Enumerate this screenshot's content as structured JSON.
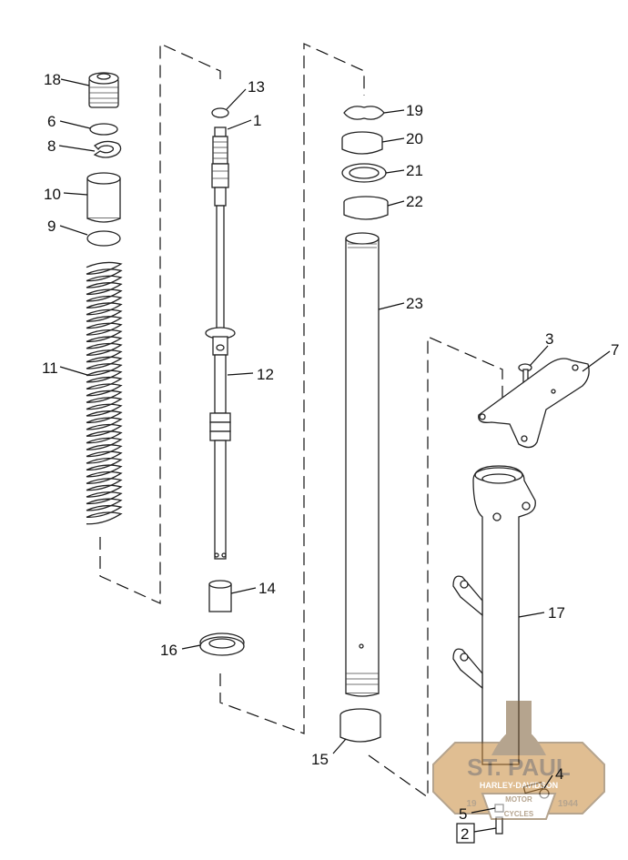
{
  "callouts": {
    "c1": "1",
    "c2": "2",
    "c3": "3",
    "c4": "4",
    "c5": "5",
    "c6": "6",
    "c7": "7",
    "c8": "8",
    "c9": "9",
    "c10": "10",
    "c11": "11",
    "c12": "12",
    "c13": "13",
    "c14": "14",
    "c15": "15",
    "c16": "16",
    "c17": "17",
    "c18": "18",
    "c19": "19",
    "c20": "20",
    "c21": "21",
    "c22": "22",
    "c23": "23"
  },
  "watermark": {
    "name": "ST. PAUL",
    "brand": "HARLEY-DAVIDSON",
    "motor": "MOTOR",
    "cycles": "CYCLES",
    "year_left": "19",
    "year_right": "1944"
  },
  "colors": {
    "line": "#222222",
    "watermark_orange": "#c8893a",
    "watermark_brown": "#7a5a33"
  }
}
